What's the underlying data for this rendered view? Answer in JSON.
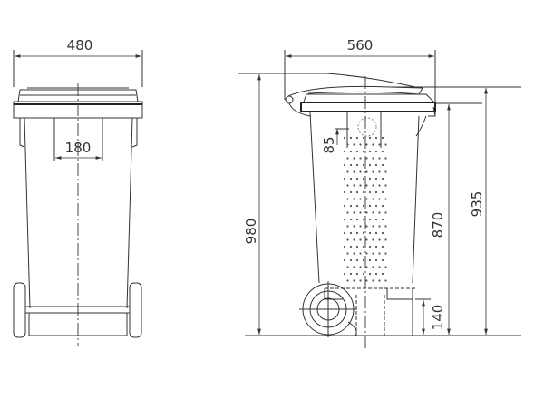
{
  "front_view": {
    "width_label": "480",
    "handle_spacing_label": "180"
  },
  "side_view": {
    "depth_label": "560",
    "total_height_label": "980",
    "rim_height_label": "870",
    "lid_height_label": "935",
    "axle_height_label": "140",
    "gap_label": "85"
  },
  "colors": {
    "line": "#333333",
    "background": "#ffffff"
  }
}
